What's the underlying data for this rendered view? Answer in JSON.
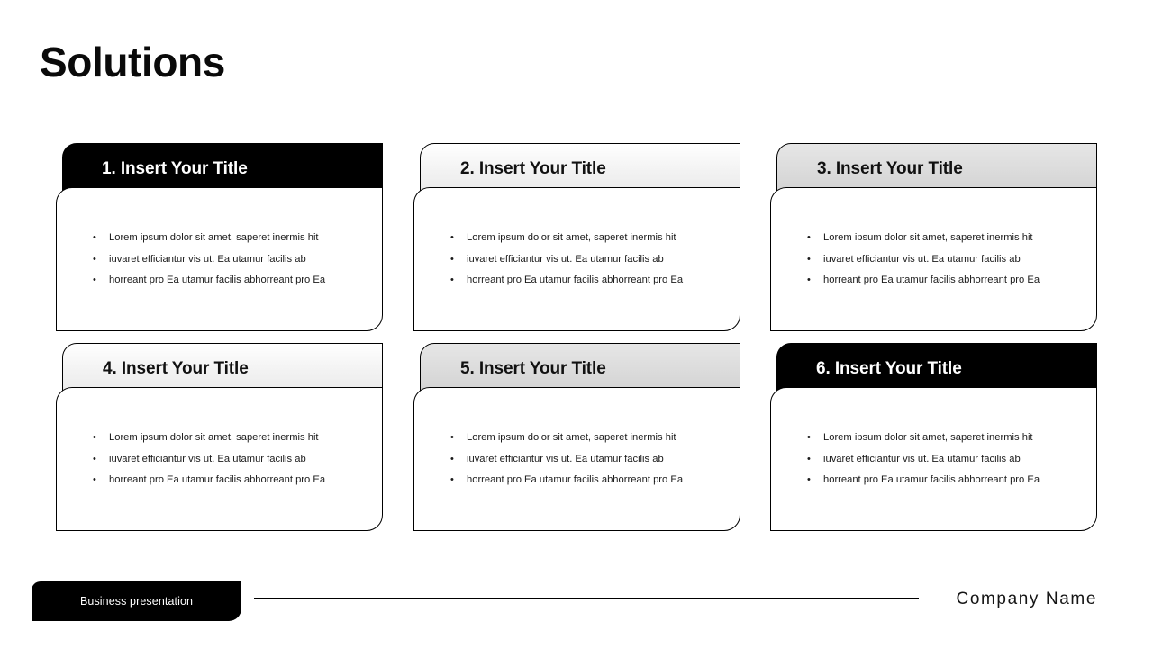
{
  "slide": {
    "title": "Solutions",
    "background_color": "#ffffff"
  },
  "colors": {
    "black": "#000000",
    "light_gray_header": "#f0f0f0",
    "mid_gray_header": "#d9d9d9",
    "text": "#1a1a1a",
    "border": "#000000"
  },
  "cards": [
    {
      "number": "1.",
      "title": "1. Insert Your Title",
      "header_style": "black",
      "bullets": [
        "Lorem  ipsum dolor sit amet, saperet inermis hit",
        "iuvaret efficiantur vis ut. Ea utamur facilis ab",
        "horreant pro Ea utamur facilis abhorreant pro Ea"
      ]
    },
    {
      "number": "2.",
      "title": "2. Insert Your Title",
      "header_style": "light",
      "bullets": [
        "Lorem  ipsum dolor sit amet, saperet inermis hit",
        "iuvaret efficiantur vis ut. Ea utamur facilis ab",
        "horreant pro Ea utamur facilis abhorreant pro Ea"
      ]
    },
    {
      "number": "3.",
      "title": "3. Insert Your Title",
      "header_style": "gray",
      "bullets": [
        "Lorem  ipsum dolor sit amet, saperet inermis hit",
        "iuvaret efficiantur vis ut. Ea utamur facilis ab",
        "horreant pro Ea utamur facilis abhorreant pro Ea"
      ]
    },
    {
      "number": "4.",
      "title": "4. Insert Your Title",
      "header_style": "light",
      "bullets": [
        "Lorem  ipsum dolor sit amet, saperet inermis hit",
        "iuvaret efficiantur vis ut. Ea utamur facilis ab",
        "horreant pro Ea utamur facilis abhorreant pro Ea"
      ]
    },
    {
      "number": "5.",
      "title": "5. Insert Your Title",
      "header_style": "gray",
      "bullets": [
        "Lorem  ipsum dolor sit amet, saperet inermis hit",
        "iuvaret efficiantur vis ut. Ea utamur facilis ab",
        "horreant pro Ea utamur facilis abhorreant pro Ea"
      ]
    },
    {
      "number": "6.",
      "title": "6. Insert Your Title",
      "header_style": "black",
      "bullets": [
        "Lorem  ipsum dolor sit amet, saperet inermis hit",
        "iuvaret efficiantur vis ut. Ea utamur facilis ab",
        "horreant pro Ea utamur facilis abhorreant pro Ea"
      ]
    }
  ],
  "footer": {
    "badge_label": "Business presentation",
    "company_name": "Company  Name",
    "bullet_glyph": "•"
  }
}
